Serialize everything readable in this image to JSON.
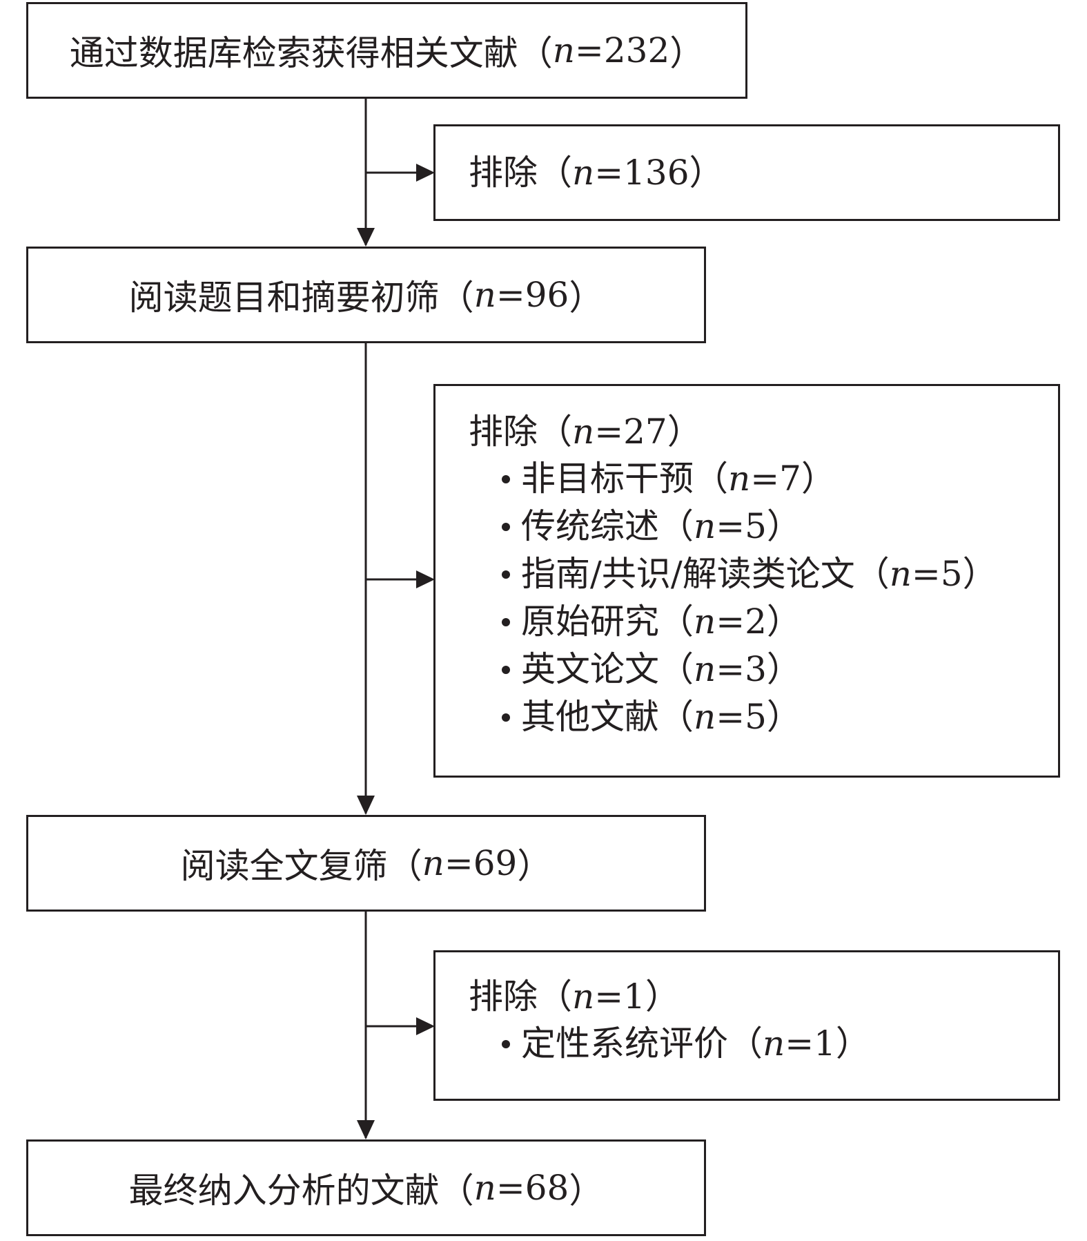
{
  "boxes": {
    "identified": {
      "label": "通过数据库检索获得相关文献（",
      "n": "232"
    },
    "screen_title": {
      "label": "阅读题目和摘要初筛（",
      "n": "96"
    },
    "screen_full": {
      "label": "阅读全文复筛（",
      "n": "69"
    },
    "included": {
      "label": "最终纳入分析的文献（",
      "n": "68"
    }
  },
  "exclusions": {
    "first": {
      "label": "排除（",
      "n": "136",
      "items": []
    },
    "second": {
      "label": "排除（",
      "n": "27",
      "items": [
        {
          "label": "非目标干预（",
          "n": "7"
        },
        {
          "label": "传统综述（",
          "n": "5"
        },
        {
          "label": "指南/共识/解读类论文（",
          "n": "5"
        },
        {
          "label": "原始研究（",
          "n": "2"
        },
        {
          "label": "英文论文（",
          "n": "3"
        },
        {
          "label": "其他文献（",
          "n": "5"
        }
      ]
    },
    "third": {
      "label": "排除（",
      "n": "1",
      "items": [
        {
          "label": "定性系统评价（",
          "n": "1"
        }
      ]
    }
  },
  "symbols": {
    "n_var": "n",
    "eq": "=",
    "close": "）"
  }
}
